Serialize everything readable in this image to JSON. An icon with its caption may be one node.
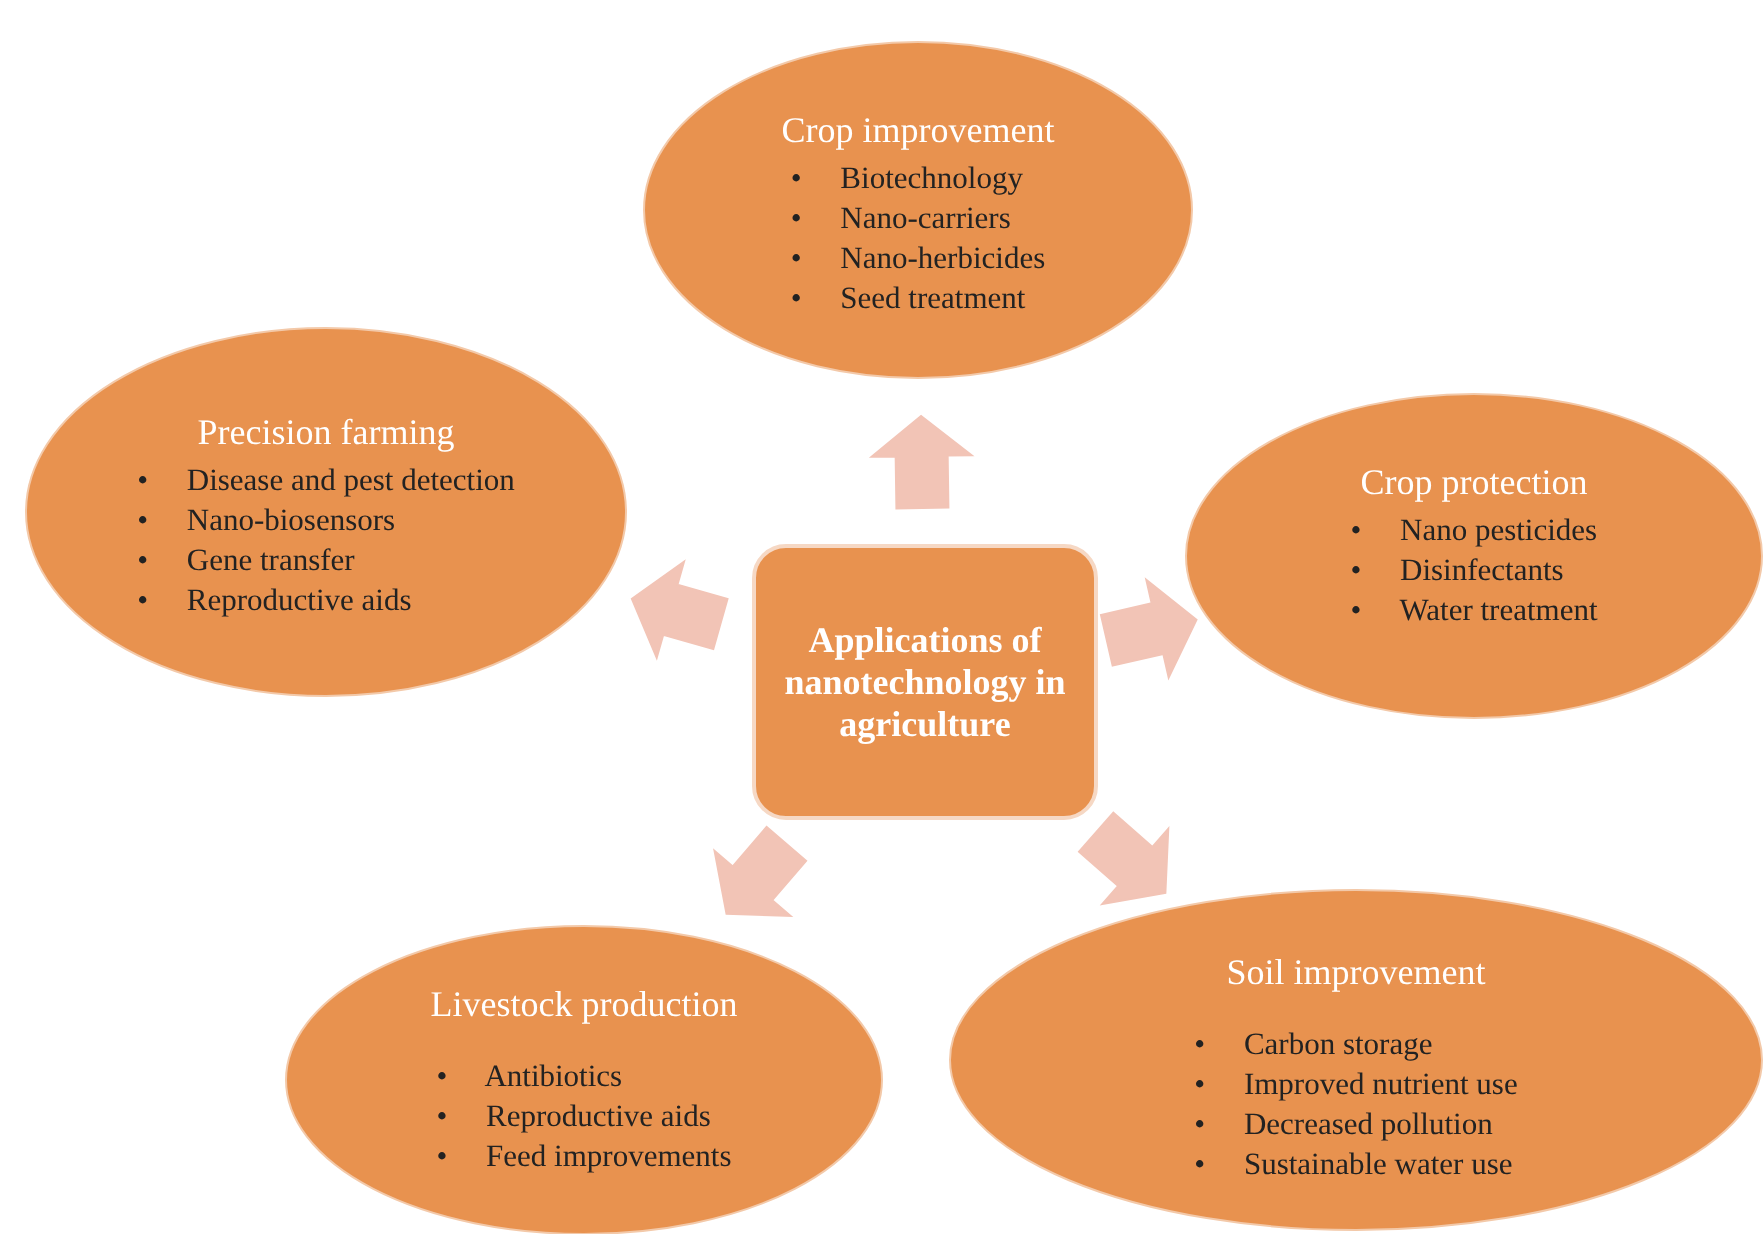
{
  "diagram": {
    "nodes": [
      {
        "text": [
          "Crop improvement",
          "•     Biotechnology",
          "•     Nano-carriers",
          "•     Nano-herbicides",
          "•     Seed treatment"
        ]
      },
      {
        "text": [
          "Precision farming",
          "•     Disease and pest detection",
          "•     Nano-biosensors",
          "•     Gene transfer",
          "•     Reproductive aids"
        ]
      },
      {
        "text": [
          "Crop protection",
          "•     Nano pesticides",
          "•     Disinfectants",
          "•     Water treatment"
        ]
      },
      {
        "text": [
          "Applications of nanotechnology in agriculture"
        ]
      },
      {
        "text": [
          "Soil improvement",
          "•     Carbon storage",
          "•     Improved nutrient use",
          "•     Decreased pollution",
          "•     Sustainable water use"
        ]
      },
      {
        "text": [
          "Livestock production",
          "•     Antibiotics",
          "•     Reproductive aids",
          "•     Feed improvements"
        ]
      }
    ],
    "edges": [
      {
        "from": 3,
        "to": 0,
        "arrow": "to"
      },
      {
        "from": 3,
        "to": 1,
        "arrow": "to"
      },
      {
        "from": 3,
        "to": 2,
        "arrow": "to"
      },
      {
        "from": 3,
        "to": 4,
        "arrow": "to"
      },
      {
        "from": 3,
        "to": 5,
        "arrow": "to"
      }
    ]
  }
}
